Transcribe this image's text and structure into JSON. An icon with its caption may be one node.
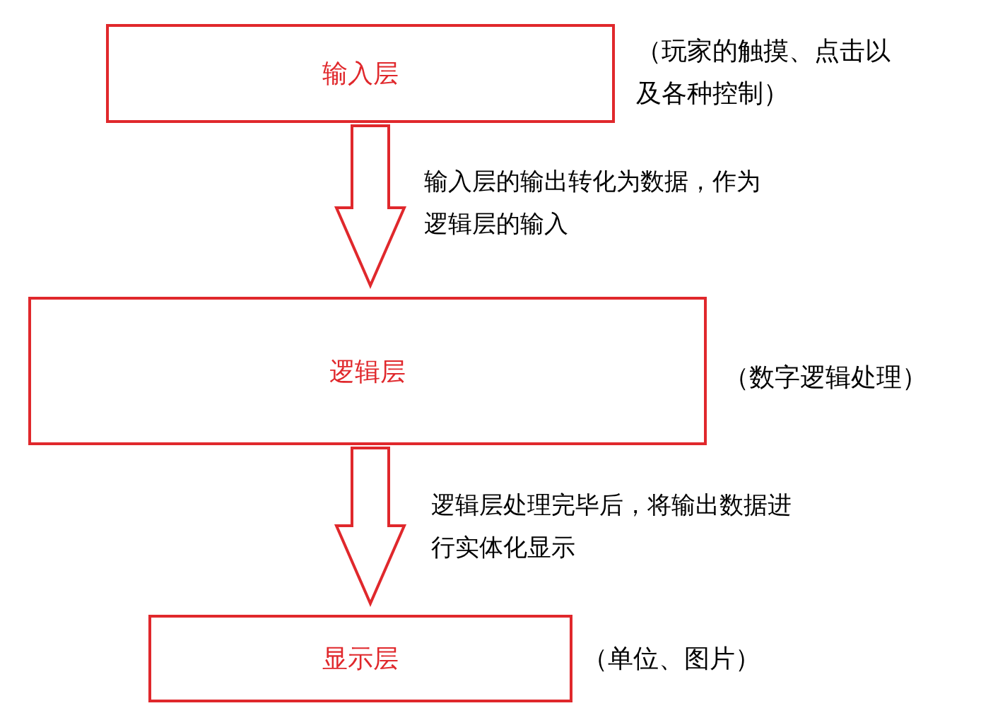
{
  "diagram": {
    "nodes": [
      {
        "text": [
          "输入层"
        ],
        "beside": [
          "（玩家的触摸、点击以及各种控制）"
        ]
      },
      {
        "text": [
          "逻辑层"
        ],
        "beside": [
          "（数字逻辑处理）"
        ]
      },
      {
        "text": [
          "显示层"
        ],
        "beside": [
          "（单位、图片）"
        ]
      }
    ],
    "edges": [
      {
        "from": 0,
        "to": 1,
        "arrow": "to",
        "label": "输入层的输出转化为数据，作为逻辑层的输入"
      },
      {
        "from": 1,
        "to": 2,
        "arrow": "to",
        "label": "逻辑层处理完毕后，将输出数据进行实体化显示"
      }
    ]
  }
}
